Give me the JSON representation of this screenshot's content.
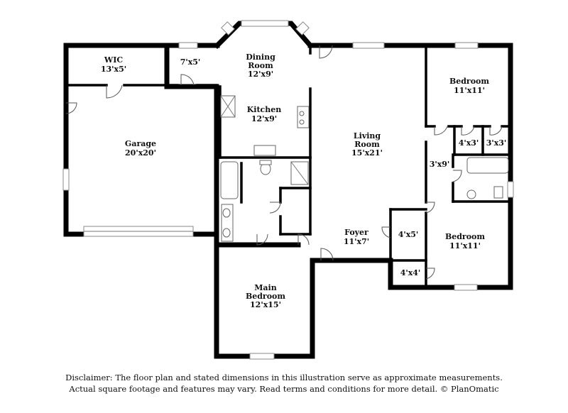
{
  "rooms": {
    "wic": {
      "name": [
        "WIC"
      ],
      "dim": "13'x5'"
    },
    "closet_7x5": {
      "name": [],
      "dim": "7'x5'"
    },
    "dining": {
      "name": [
        "Dining",
        "Room"
      ],
      "dim": "12'x9'"
    },
    "kitchen": {
      "name": [
        "Kitchen"
      ],
      "dim": "12'x9'"
    },
    "garage": {
      "name": [
        "Garage"
      ],
      "dim": "20'x20'"
    },
    "living": {
      "name": [
        "Living",
        "Room"
      ],
      "dim": "15'x21'"
    },
    "bedroom_ne": {
      "name": [
        "Bedroom"
      ],
      "dim": "11'x11'"
    },
    "closet_4x3": {
      "name": [],
      "dim": "4'x3'"
    },
    "closet_3x3": {
      "name": [],
      "dim": "3'x3'"
    },
    "closet_3x9": {
      "name": [],
      "dim": "3'x9'"
    },
    "foyer": {
      "name": [
        "Foyer"
      ],
      "dim": "11'x7'"
    },
    "closet_4x5": {
      "name": [],
      "dim": "4'x5'"
    },
    "bedroom_se": {
      "name": [
        "Bedroom"
      ],
      "dim": "11'x11'"
    },
    "closet_4x4": {
      "name": [],
      "dim": "4'x4'"
    },
    "main_bedroom": {
      "name": [
        "Main",
        "Bedroom"
      ],
      "dim": "12'x15'"
    }
  },
  "disclaimer": {
    "line1": "Disclaimer: The floor plan and stated dimensions in this illustration serve as approximate measurements.",
    "line2": "Actual square footage and features may vary. Read terms and conditions for more detail. © PlanOmatic"
  }
}
